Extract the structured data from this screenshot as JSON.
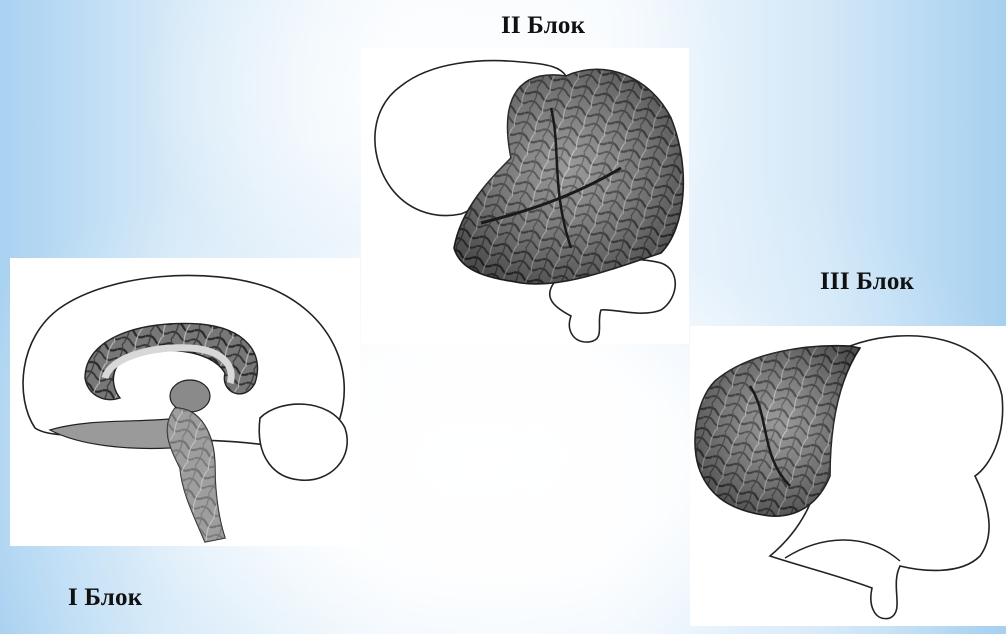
{
  "labels": {
    "block1": "I Блок",
    "block2": "II Блок",
    "block3": "III Блок"
  },
  "colors": {
    "accent_light": "#a9d2f1",
    "cortex_dark": "#4a4a4a",
    "outline": "#222222"
  },
  "figures": [
    {
      "name": "medial-brain-section-figure",
      "block": "block1"
    },
    {
      "name": "posterior-cortex-figure",
      "block": "block2"
    },
    {
      "name": "frontal-cortex-figure",
      "block": "block3"
    }
  ]
}
